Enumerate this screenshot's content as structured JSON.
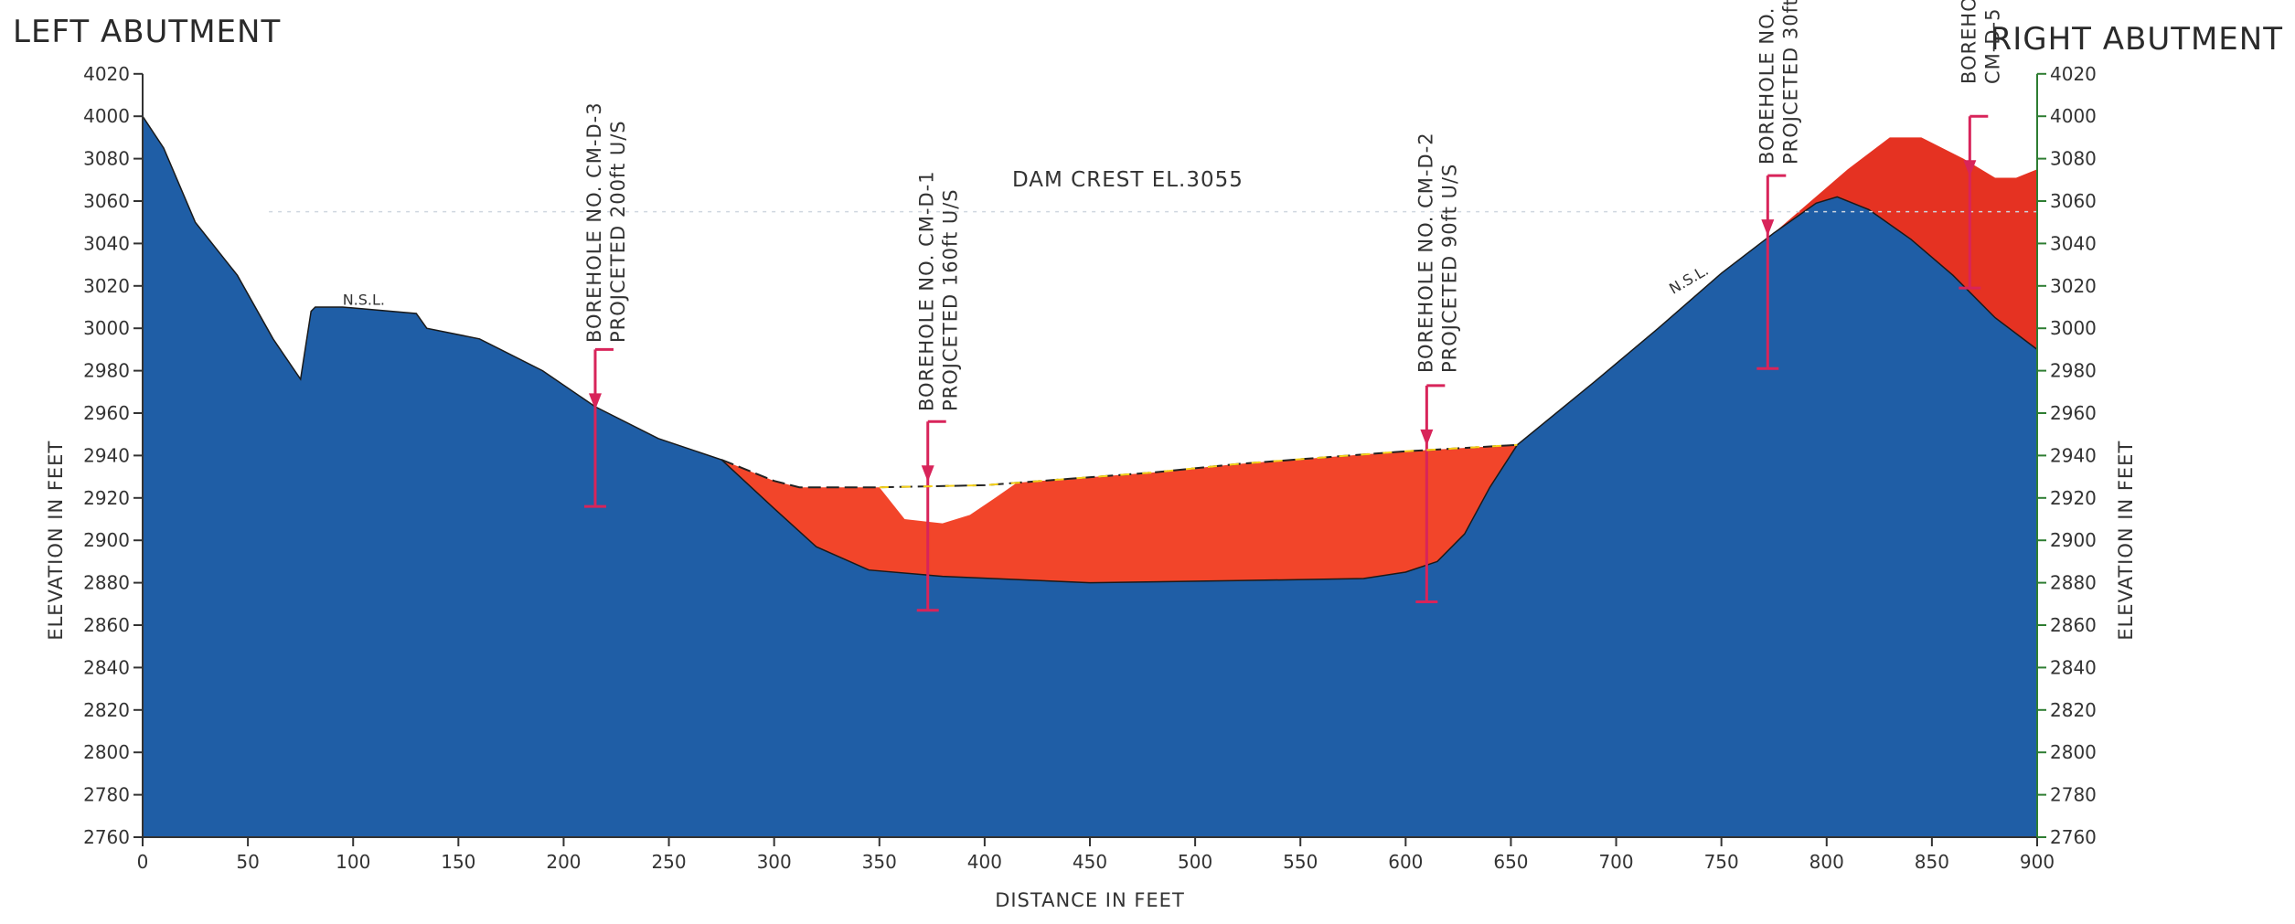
{
  "titles": {
    "left": "LEFT ABUTMENT",
    "right": "RIGHT ABUTMENT"
  },
  "axes": {
    "x_title": "DISTANCE IN FEET",
    "y_title_left": "ELEVATION IN FEET",
    "y_title_right": "ELEVATION IN FEET",
    "x_ticks": [
      "0",
      "50",
      "100",
      "150",
      "200",
      "250",
      "300",
      "350",
      "400",
      "450",
      "500",
      "550",
      "600",
      "650",
      "700",
      "750",
      "800",
      "850",
      "900"
    ],
    "y_ticks": [
      "2760",
      "2780",
      "2800",
      "2820",
      "2840",
      "2860",
      "2880",
      "2900",
      "2920",
      "2940",
      "2960",
      "2980",
      "3000",
      "3020",
      "3040",
      "3060",
      "3080",
      "4000",
      "4020"
    ],
    "x_range": [
      0,
      900
    ],
    "y_range": [
      2760,
      3110
    ]
  },
  "annotations": {
    "dam_crest": "DAM CREST EL.3055",
    "nsl_left": "N.S.L.",
    "nsl_right": "N.S.L."
  },
  "boreholes": [
    {
      "line1": "BOREHOLE NO. CM-D-3",
      "line2": "PROJCETED 200ft U/S",
      "x": 215
    },
    {
      "line1": "BOREHOLE NO. CM-D-1",
      "line2": "PROJCETED 160ft U/S",
      "x": 373
    },
    {
      "line1": "BOREHOLE NO. CM-D-2",
      "line2": "PROJCETED 90ft U/S",
      "x": 610
    },
    {
      "line1": "BOREHOLE NO. C",
      "line2": "PROJCETED 30ft",
      "x": 772
    },
    {
      "line1": "BOREHOLE",
      "line2": "CM-D-5",
      "x": 868
    }
  ],
  "colors": {
    "rock": "#1f5ea6",
    "overburden": "#f2452a",
    "overburden_dark": "#e53222",
    "borehole": "#d8245a",
    "axis_left": "#333333",
    "axis_right": "#2e7d32",
    "surface_highlight": "#f6d21a"
  },
  "profile": {
    "rock_surface": [
      [
        0,
        4000
      ],
      [
        10,
        3085
      ],
      [
        25,
        3050
      ],
      [
        45,
        3025
      ],
      [
        62,
        2995
      ],
      [
        75,
        2976
      ],
      [
        80,
        3008
      ],
      [
        82,
        3010
      ],
      [
        95,
        3010
      ],
      [
        130,
        3007
      ],
      [
        135,
        3000
      ],
      [
        160,
        2995
      ],
      [
        190,
        2980
      ],
      [
        215,
        2963
      ],
      [
        245,
        2948
      ],
      [
        275,
        2938
      ],
      [
        300,
        2915
      ],
      [
        320,
        2897
      ],
      [
        345,
        2886
      ],
      [
        380,
        2883
      ],
      [
        450,
        2880
      ],
      [
        520,
        2881
      ],
      [
        580,
        2882
      ],
      [
        600,
        2885
      ],
      [
        615,
        2890
      ],
      [
        628,
        2903
      ],
      [
        640,
        2925
      ],
      [
        653,
        2945
      ],
      [
        690,
        2975
      ],
      [
        720,
        3000
      ],
      [
        750,
        3026
      ],
      [
        775,
        3045
      ],
      [
        795,
        3059
      ],
      [
        805,
        3062
      ],
      [
        820,
        3056
      ],
      [
        840,
        3042
      ],
      [
        860,
        3025
      ],
      [
        880,
        3005
      ],
      [
        900,
        2990
      ]
    ],
    "ground_surface": [
      [
        275,
        2938
      ],
      [
        300,
        2928
      ],
      [
        312,
        2925
      ],
      [
        350,
        2925
      ],
      [
        400,
        2926
      ],
      [
        440,
        2929
      ],
      [
        480,
        2932
      ],
      [
        520,
        2936
      ],
      [
        560,
        2939
      ],
      [
        600,
        2942
      ],
      [
        653,
        2945
      ]
    ],
    "channel": [
      [
        350,
        2925
      ],
      [
        362,
        2910
      ],
      [
        380,
        2908
      ],
      [
        393,
        2912
      ],
      [
        405,
        2920
      ],
      [
        418,
        2929
      ]
    ],
    "right_ground": [
      [
        775,
        3045
      ],
      [
        810,
        3075
      ],
      [
        830,
        3090
      ],
      [
        845,
        3090
      ],
      [
        865,
        3080
      ],
      [
        880,
        3071
      ],
      [
        890,
        3071
      ],
      [
        900,
        3075
      ]
    ],
    "dam_crest_elevation": 3055
  }
}
